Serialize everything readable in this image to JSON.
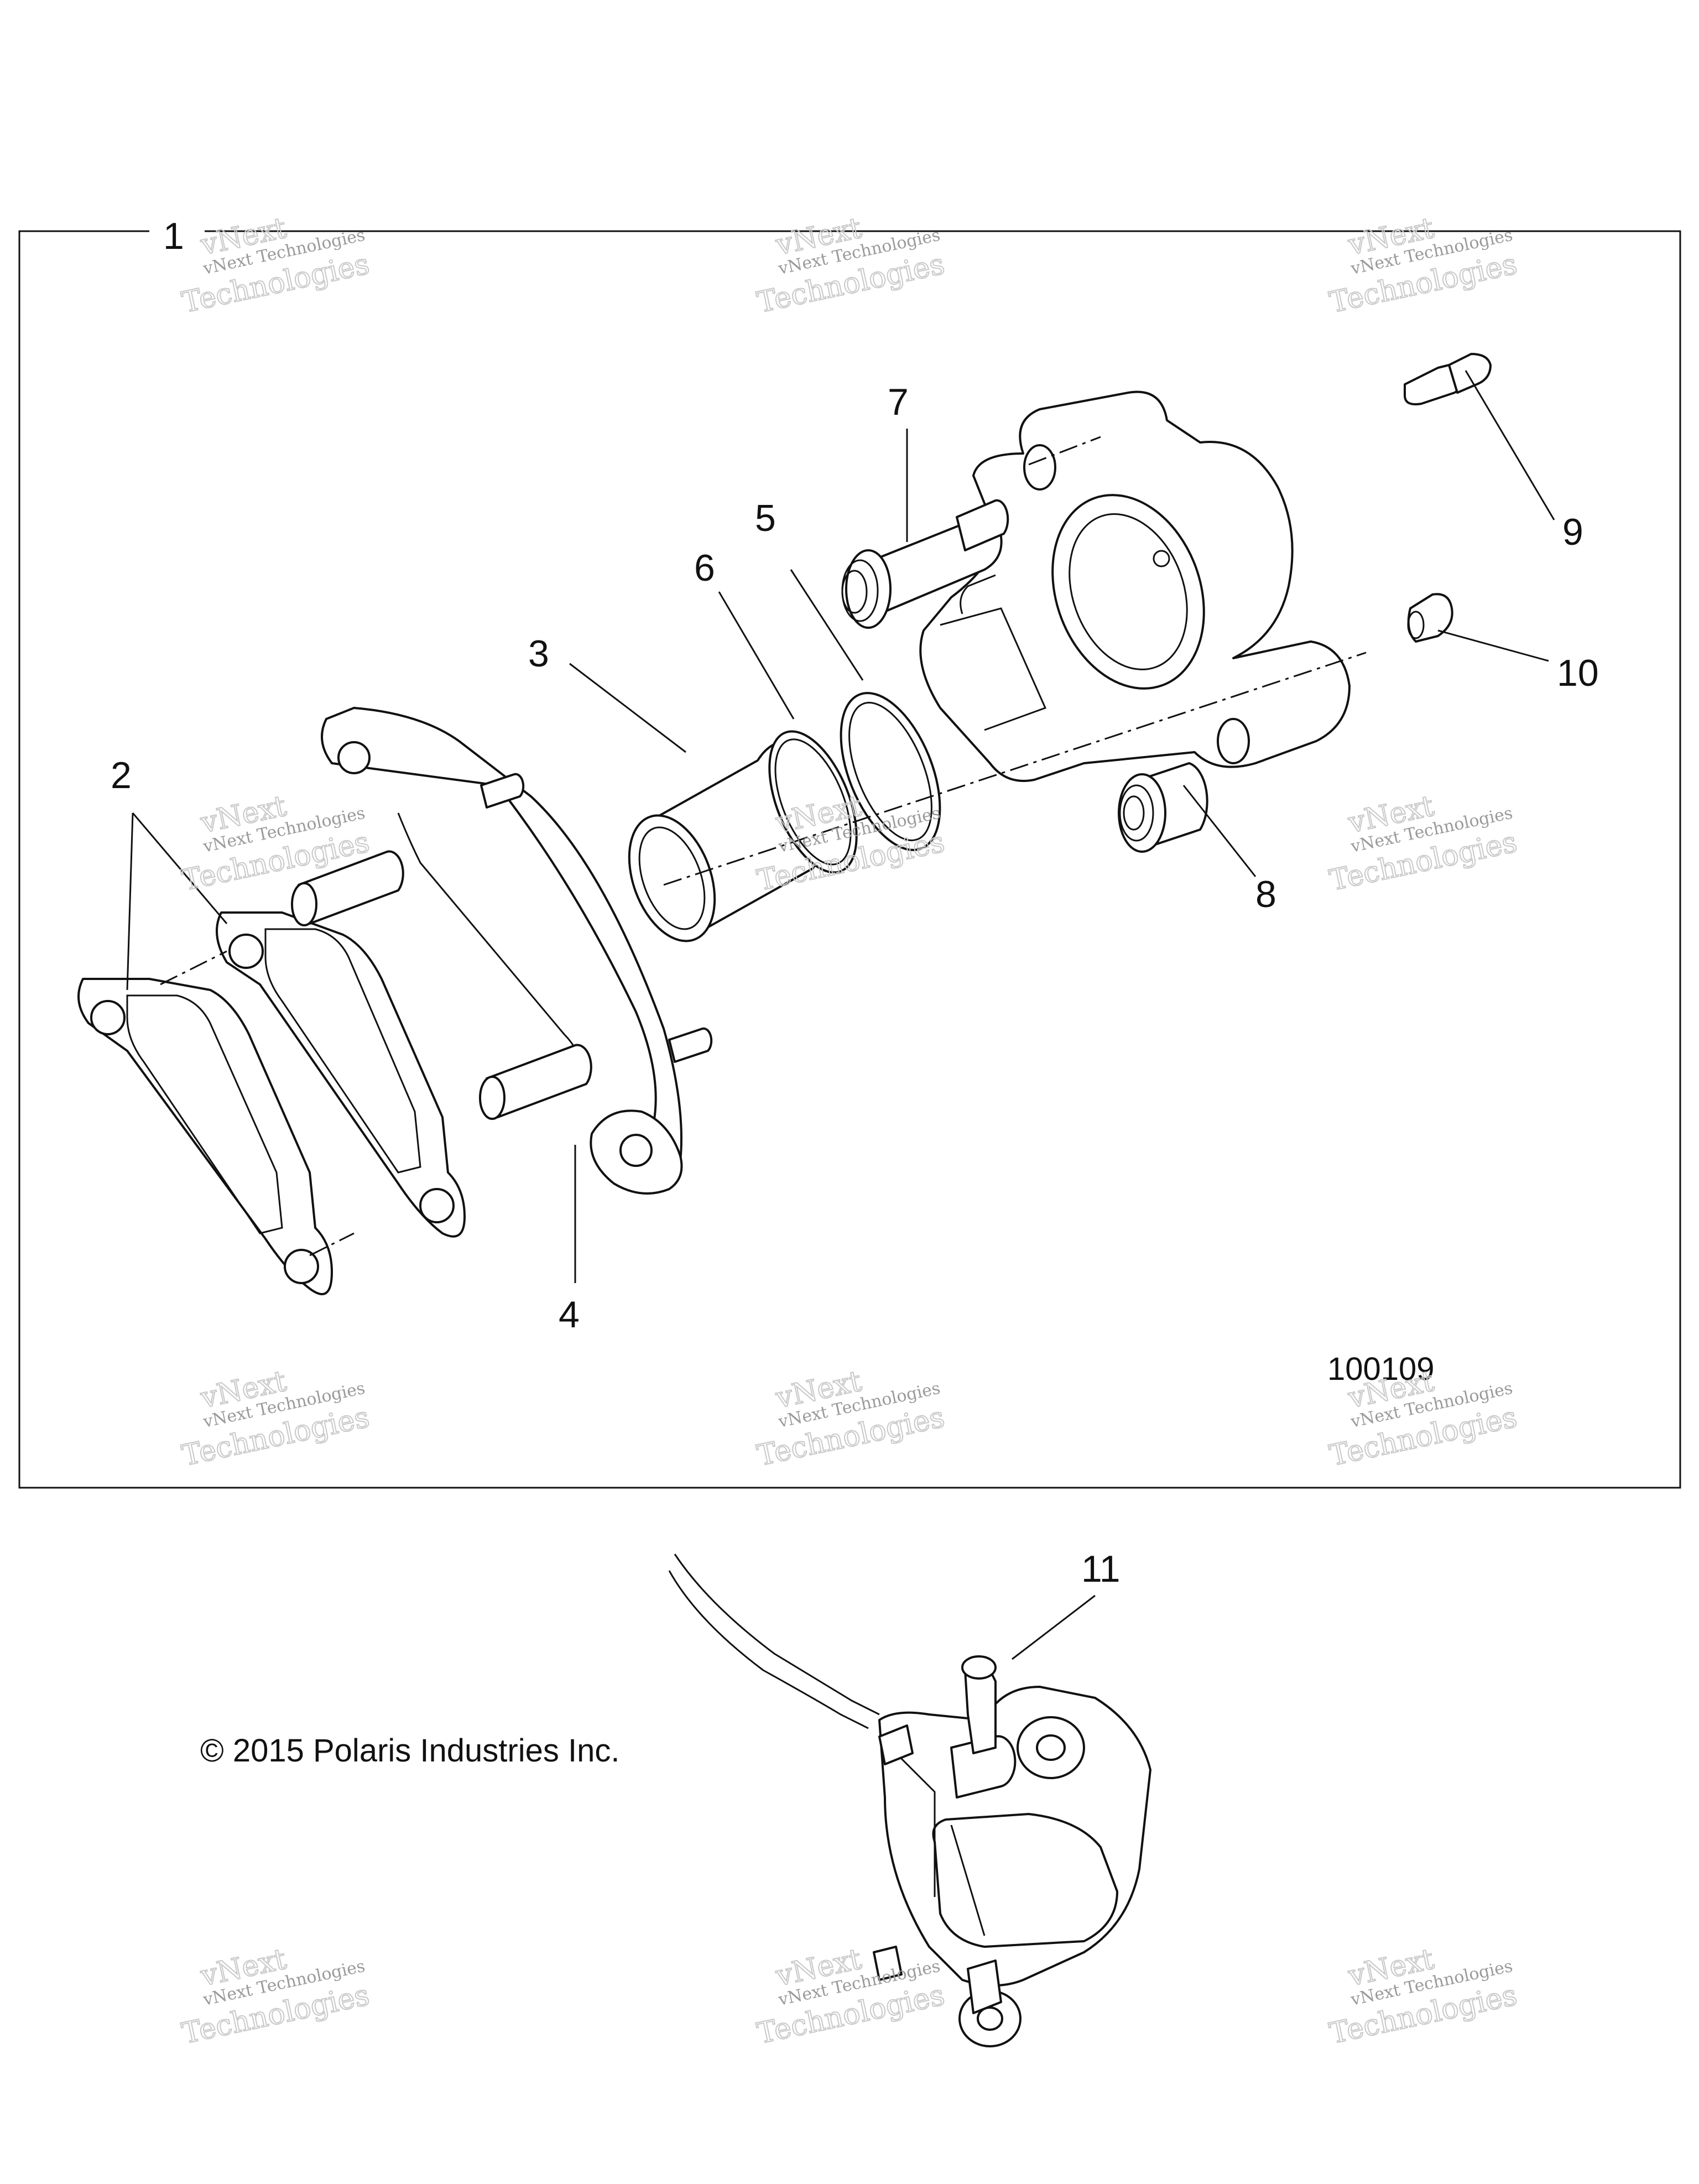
{
  "diagram": {
    "callouts": [
      {
        "id": "1",
        "label": "1"
      },
      {
        "id": "2",
        "label": "2"
      },
      {
        "id": "3",
        "label": "3"
      },
      {
        "id": "4",
        "label": "4"
      },
      {
        "id": "5",
        "label": "5"
      },
      {
        "id": "6",
        "label": "6"
      },
      {
        "id": "7",
        "label": "7"
      },
      {
        "id": "8",
        "label": "8"
      },
      {
        "id": "9",
        "label": "9"
      },
      {
        "id": "10",
        "label": "10"
      },
      {
        "id": "11",
        "label": "11"
      }
    ],
    "figure_number": "100109",
    "copyright": "© 2015 Polaris Industries Inc."
  },
  "watermark": {
    "line1": "vNext Technologies",
    "line2": "vNext",
    "line3": "Technologies"
  }
}
